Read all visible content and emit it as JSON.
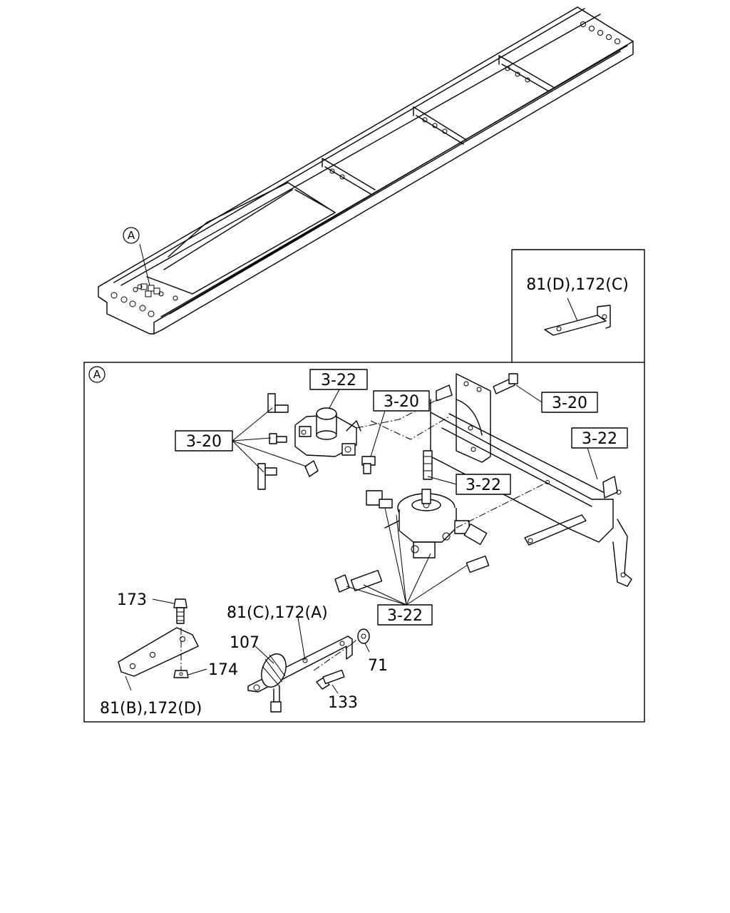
{
  "callout_marker": "A",
  "inset": {
    "label": "81(D),172(C)"
  },
  "detail_marker": "A",
  "refs": {
    "r1": "3-22",
    "r2": "3-20",
    "r3": "3-20",
    "r4": "3-20",
    "r5": "3-22",
    "r6": "3-22",
    "r7": "3-22"
  },
  "parts": {
    "p173": "173",
    "p81c": "81(C),172(A)",
    "p107": "107",
    "p71": "71",
    "p174": "174",
    "p133": "133",
    "p81b": "81(B),172(D)"
  }
}
